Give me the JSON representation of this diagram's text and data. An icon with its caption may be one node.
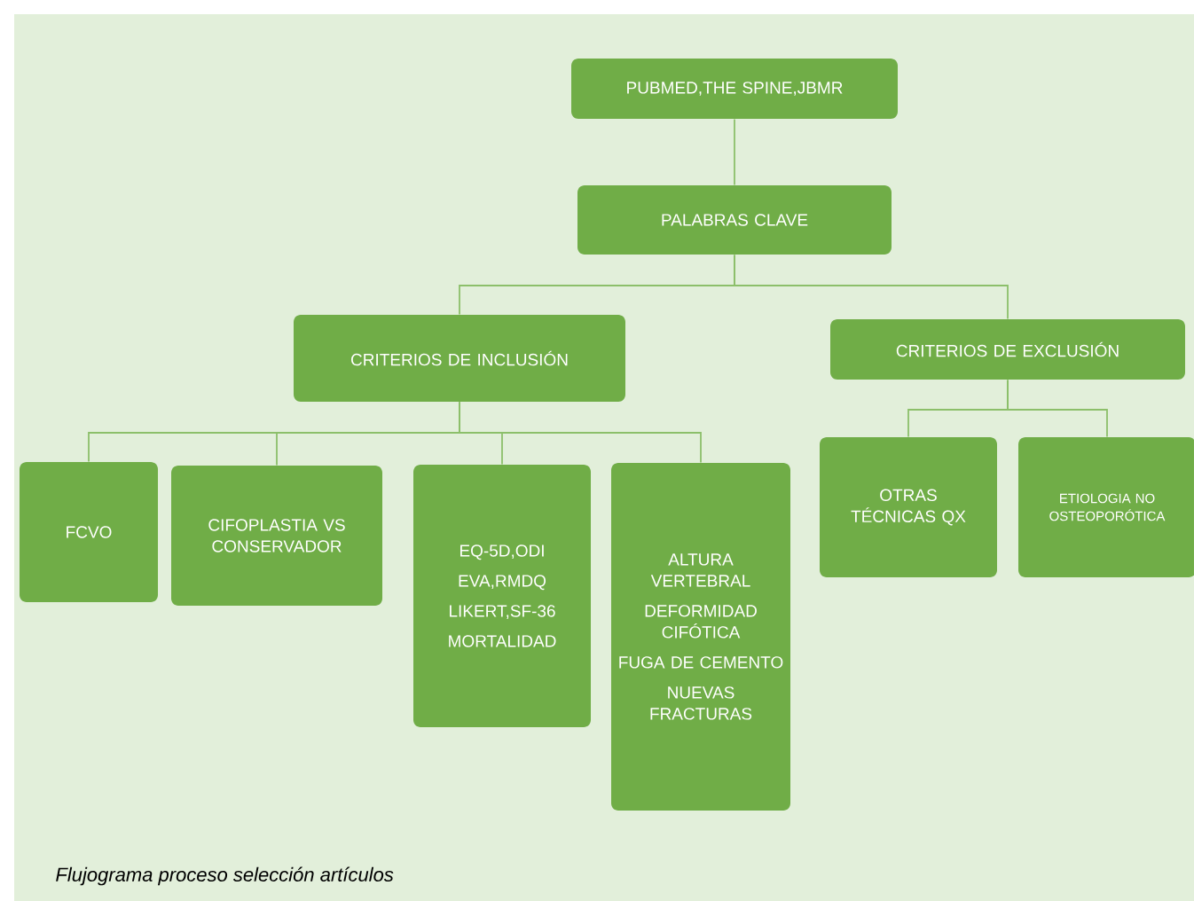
{
  "diagram": {
    "caption": "Flujograma proceso selección artículos",
    "nodes": [
      {
        "text": [
          "PUBMED,THE SPINE,JBMR"
        ]
      },
      {
        "text": [
          "PALABRAS CLAVE"
        ]
      },
      {
        "text": [
          "CRITERIOS DE INCLUSIÓN"
        ]
      },
      {
        "text": [
          "CRITERIOS DE EXCLUSIÓN"
        ]
      },
      {
        "text": [
          "FCVO"
        ]
      },
      {
        "text": [
          "CIFOPLASTIA VS CONSERVADOR"
        ]
      },
      {
        "text": [
          "EQ-5D,ODI",
          "EVA,RMDQ",
          "LIKERT,SF-36",
          "MORTALIDAD"
        ]
      },
      {
        "text": [
          "ALTURA VERTEBRAL",
          "DEFORMIDAD CIFÓTICA",
          "FUGA DE CEMENTO",
          "NUEVAS FRACTURAS"
        ]
      },
      {
        "text": [
          "OTRAS TÉCNICAS QX"
        ]
      },
      {
        "text": [
          "ETIOLOGIA NO OSTEOPORÓTICA"
        ]
      }
    ],
    "edges": [
      {
        "from": 0,
        "to": 1,
        "arrow": "none"
      },
      {
        "from": 1,
        "to": 2,
        "arrow": "none"
      },
      {
        "from": 1,
        "to": 3,
        "arrow": "none"
      },
      {
        "from": 2,
        "to": 4,
        "arrow": "none"
      },
      {
        "from": 2,
        "to": 5,
        "arrow": "none"
      },
      {
        "from": 2,
        "to": 6,
        "arrow": "none"
      },
      {
        "from": 2,
        "to": 7,
        "arrow": "none"
      },
      {
        "from": 3,
        "to": 8,
        "arrow": "none"
      },
      {
        "from": 3,
        "to": 9,
        "arrow": "none"
      }
    ]
  }
}
